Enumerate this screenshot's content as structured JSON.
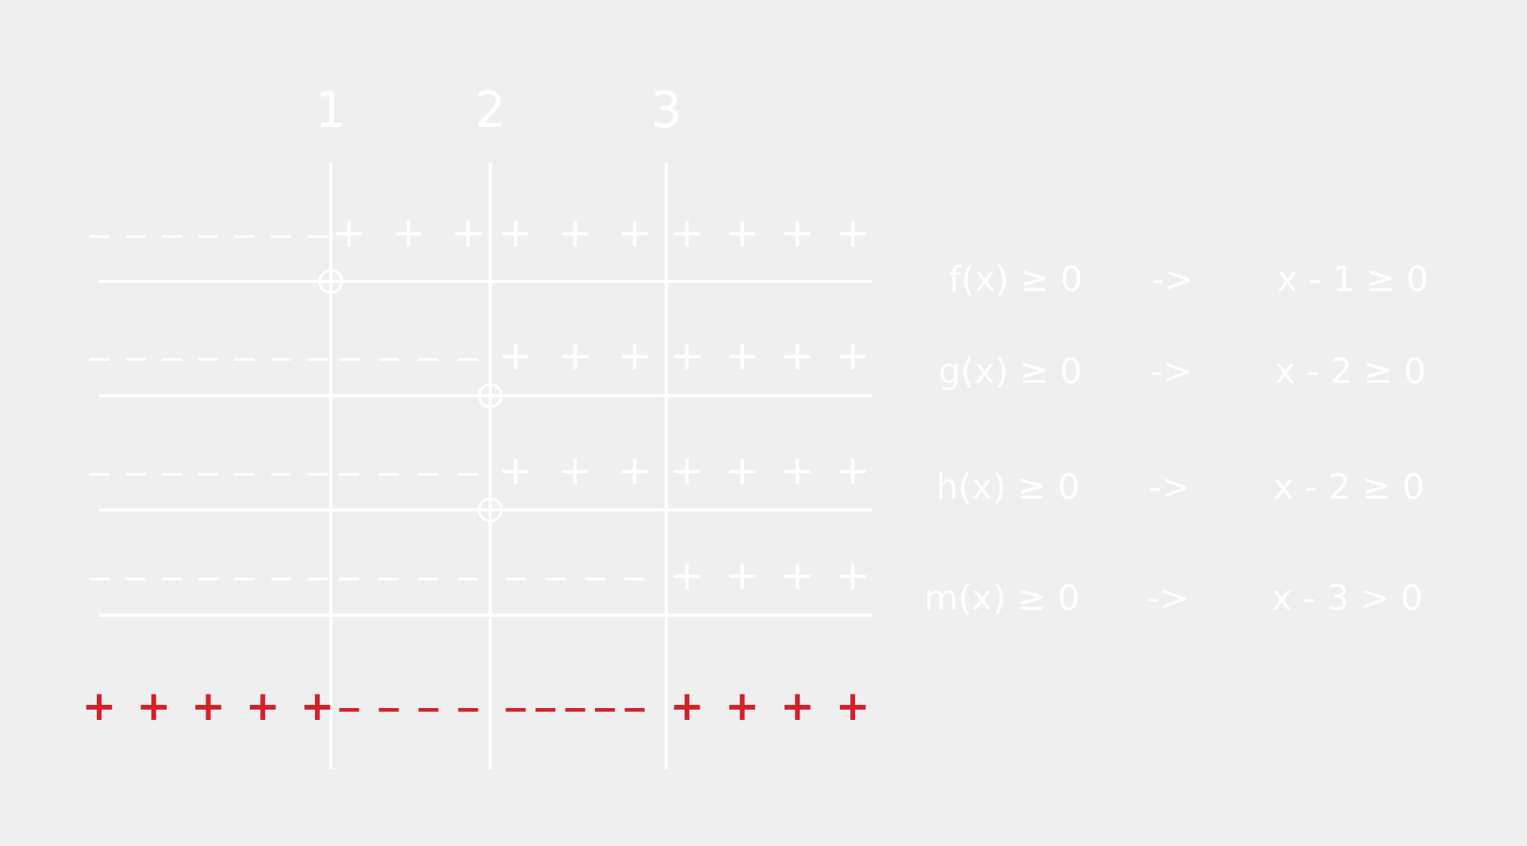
{
  "colors": {
    "background": "#efefef",
    "line": "#ffffff",
    "sign": "#ffffff",
    "result": "#d4202a"
  },
  "axis": {
    "roots": [
      "1",
      "2",
      "3"
    ]
  },
  "rows": [
    {
      "name": "f",
      "signs": [
        [
          "−",
          "−",
          "−",
          "−",
          "−",
          "−",
          "−"
        ],
        [
          "+",
          "+",
          "+"
        ],
        [
          "+",
          "+",
          "+"
        ],
        [
          "+",
          "+",
          "+",
          "+"
        ]
      ],
      "marker_root": 0,
      "condition": "f(x) ≥ 0",
      "arrow": "->",
      "equivalent": "x - 1 ≥ 0"
    },
    {
      "name": "g",
      "signs": [
        [
          "−",
          "−",
          "−",
          "−",
          "−",
          "−",
          "−"
        ],
        [
          "−",
          "−",
          "−",
          "−"
        ],
        [
          "+",
          "+",
          "+"
        ],
        [
          "+",
          "+",
          "+",
          "+"
        ]
      ],
      "marker_root": 1,
      "condition": "g(x) ≥ 0",
      "arrow": "->",
      "equivalent": "x - 2 ≥ 0"
    },
    {
      "name": "h",
      "signs": [
        [
          "−",
          "−",
          "−",
          "−",
          "−",
          "−",
          "−"
        ],
        [
          "−",
          "−",
          "−",
          "−"
        ],
        [
          "+",
          "+",
          "+"
        ],
        [
          "+",
          "+",
          "+",
          "+"
        ]
      ],
      "marker_root": 1,
      "condition": "h(x) ≥ 0",
      "arrow": "->",
      "equivalent": "x - 2 ≥ 0"
    },
    {
      "name": "m",
      "signs": [
        [
          "−",
          "−",
          "−",
          "−",
          "−",
          "−",
          "−"
        ],
        [
          "−",
          "−",
          "−",
          "−"
        ],
        [
          "−",
          "−",
          "−",
          "−"
        ],
        [
          "+",
          "+",
          "+",
          "+"
        ]
      ],
      "marker_root": null,
      "condition": "m(x) ≥ 0",
      "arrow": "->",
      "equivalent": "x - 3 > 0"
    }
  ],
  "result": {
    "signs": [
      [
        "+",
        "+",
        "+",
        "+",
        "+"
      ],
      [
        "−",
        "−",
        "−",
        "−"
      ],
      [
        "−",
        "−",
        "−",
        "−",
        "−"
      ],
      [
        "+",
        "+",
        "+",
        "+"
      ]
    ]
  }
}
